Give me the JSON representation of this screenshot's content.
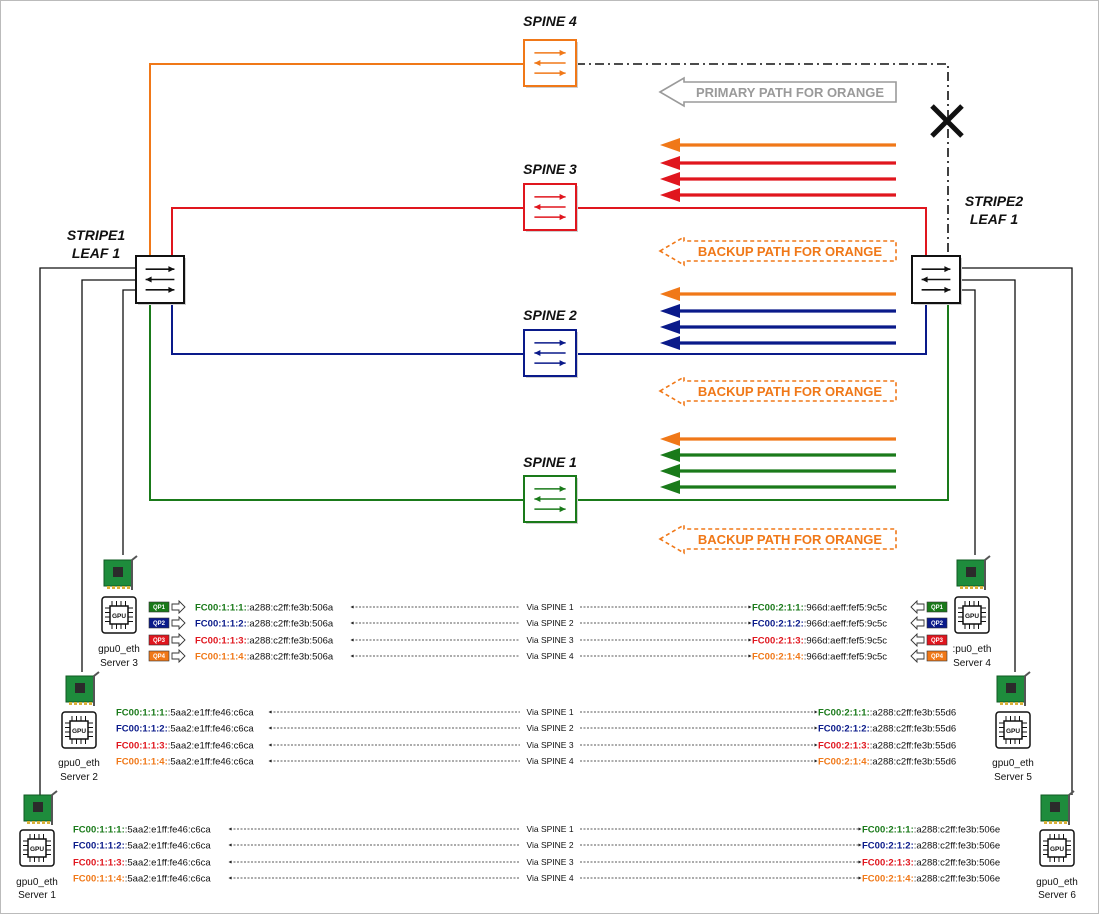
{
  "colors": {
    "spine1": "#1a7a1a",
    "spine2": "#0a1a8a",
    "spine3": "#e0161e",
    "spine4": "#f07818",
    "gray_banner": "#9a9a9a",
    "nic": "#1e8c3c"
  },
  "spines": [
    {
      "label": "SPINE 1",
      "color_key": "spine1"
    },
    {
      "label": "SPINE 2",
      "color_key": "spine2"
    },
    {
      "label": "SPINE 3",
      "color_key": "spine3"
    },
    {
      "label": "SPINE 4",
      "color_key": "spine4"
    }
  ],
  "leaves": [
    {
      "line1": "STRIPE1",
      "line2": "LEAF 1"
    },
    {
      "line1": "STRIPE2",
      "line2": "LEAF 1"
    }
  ],
  "failure_icon": "x-mark-icon",
  "banners": {
    "primary": "PRIMARY PATH FOR ORANGE",
    "backup": "BACKUP PATH FOR ORANGE"
  },
  "servers": {
    "s1": {
      "iface": "gpu0_eth",
      "name": "Server 1"
    },
    "s2": {
      "iface": "gpu0_eth",
      "name": "Server 2"
    },
    "s3": {
      "iface": "gpu0_eth",
      "name": "Server 3"
    },
    "s4": {
      "iface": ":pu0_eth",
      "name": "Server 4"
    },
    "s5": {
      "iface": "gpu0_eth",
      "name": "Server 5"
    },
    "s6": {
      "iface": "gpu0_eth",
      "name": "Server 6"
    }
  },
  "gpu_chip_label": "GPU",
  "qp_labels": [
    "QP1",
    "QP2",
    "QP3",
    "QP4"
  ],
  "flows": {
    "row3": {
      "prefix_left": [
        "FC00:1:1:1:",
        "FC00:1:1:2:",
        "FC00:1:1:3:",
        "FC00:1:1:4:"
      ],
      "suffix_left": ":a288:c2ff:fe3b:506a",
      "prefix_right": [
        "FC00:2:1:1:",
        "FC00:2:1:2:",
        "FC00:2:1:3:",
        "FC00:2:1:4:"
      ],
      "suffix_right": ":966d:aeff:fef5:9c5c"
    },
    "row2": {
      "prefix_left": [
        "FC00:1:1:1:",
        "FC00:1:1:2:",
        "FC00:1:1:3:",
        "FC00:1:1:4:"
      ],
      "suffix_left": ":5aa2:e1ff:fe46:c6ca",
      "prefix_right": [
        "FC00:2:1:1:",
        "FC00:2:1:2:",
        "FC00:2:1:3:",
        "FC00:2:1:4:"
      ],
      "suffix_right": ":a288:c2ff:fe3b:55d6"
    },
    "row1": {
      "prefix_left": [
        "FC00:1:1:1:",
        "FC00:1:1:2:",
        "FC00:1:1:3:",
        "FC00:1:1:4:"
      ],
      "suffix_left": ":5aa2:e1ff:fe46:c6ca",
      "prefix_right": [
        "FC00:2:1:1:",
        "FC00:2:1:2:",
        "FC00:2:1:3:",
        "FC00:2:1:4:"
      ],
      "suffix_right": ":a288:c2ff:fe3b:506e"
    },
    "via_labels": [
      "Via SPINE 1",
      "Via SPINE 2",
      "Via SPINE 3",
      "Via SPINE 4"
    ]
  }
}
